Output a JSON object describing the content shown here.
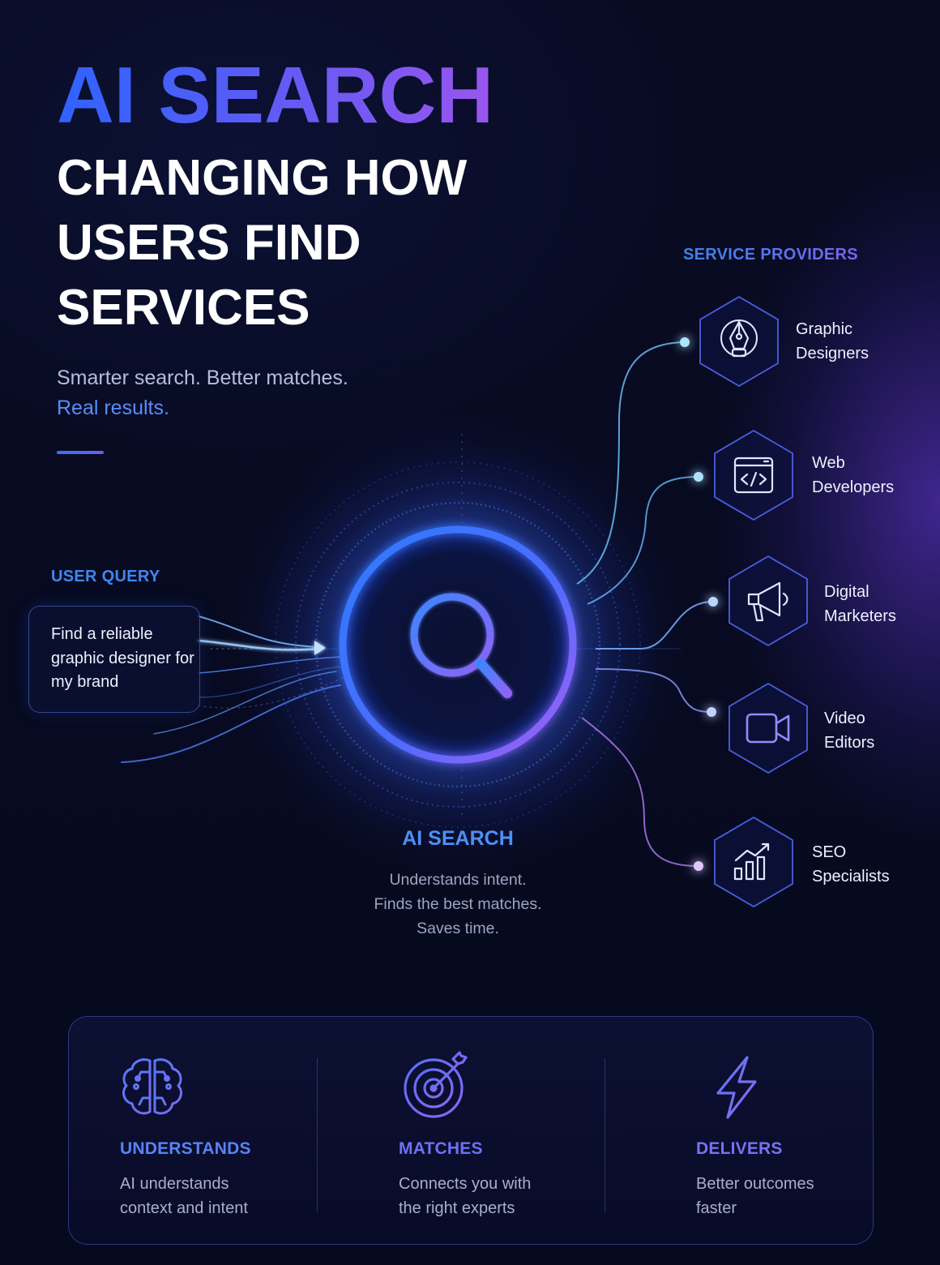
{
  "hero": {
    "title": "AI SEARCH",
    "subtitle_lines": [
      "CHANGING HOW",
      "USERS FIND",
      "SERVICES"
    ],
    "tagline_line1": "Smarter search. Better matches.",
    "tagline_line2": "Real results."
  },
  "user_query": {
    "label": "USER QUERY",
    "text": "Find a reliable graphic designer for my brand"
  },
  "ai_search": {
    "label": "AI SEARCH",
    "description_lines": [
      "Understands intent.",
      "Finds the best matches.",
      "Saves time."
    ]
  },
  "service_providers": {
    "label": "SERVICE PROVIDERS",
    "items": [
      {
        "name_lines": [
          "Graphic",
          "Designers"
        ],
        "icon": "pen-tool-icon"
      },
      {
        "name_lines": [
          "Web",
          "Developers"
        ],
        "icon": "code-window-icon"
      },
      {
        "name_lines": [
          "Digital",
          "Marketers"
        ],
        "icon": "megaphone-icon"
      },
      {
        "name_lines": [
          "Video",
          "Editors"
        ],
        "icon": "video-camera-icon"
      },
      {
        "name_lines": [
          "SEO",
          "Specialists"
        ],
        "icon": "growth-chart-icon"
      }
    ]
  },
  "features": [
    {
      "title": "UNDERSTANDS",
      "desc_lines": [
        "AI understands",
        "context and intent"
      ],
      "icon": "brain-icon",
      "color": "#5a7cf5"
    },
    {
      "title": "MATCHES",
      "desc_lines": [
        "Connects you with",
        "the right experts"
      ],
      "icon": "target-icon",
      "color": "#6e6df5"
    },
    {
      "title": "DELIVERS",
      "desc_lines": [
        "Better outcomes",
        "faster"
      ],
      "icon": "lightning-icon",
      "color": "#7a6bf2"
    }
  ],
  "colors": {
    "accent_blue": "#3d6ff5",
    "accent_purple": "#9a55ee",
    "background": "#070a1f",
    "line_cyan": "#6fc8ff",
    "line_violet": "#b07cf5"
  }
}
